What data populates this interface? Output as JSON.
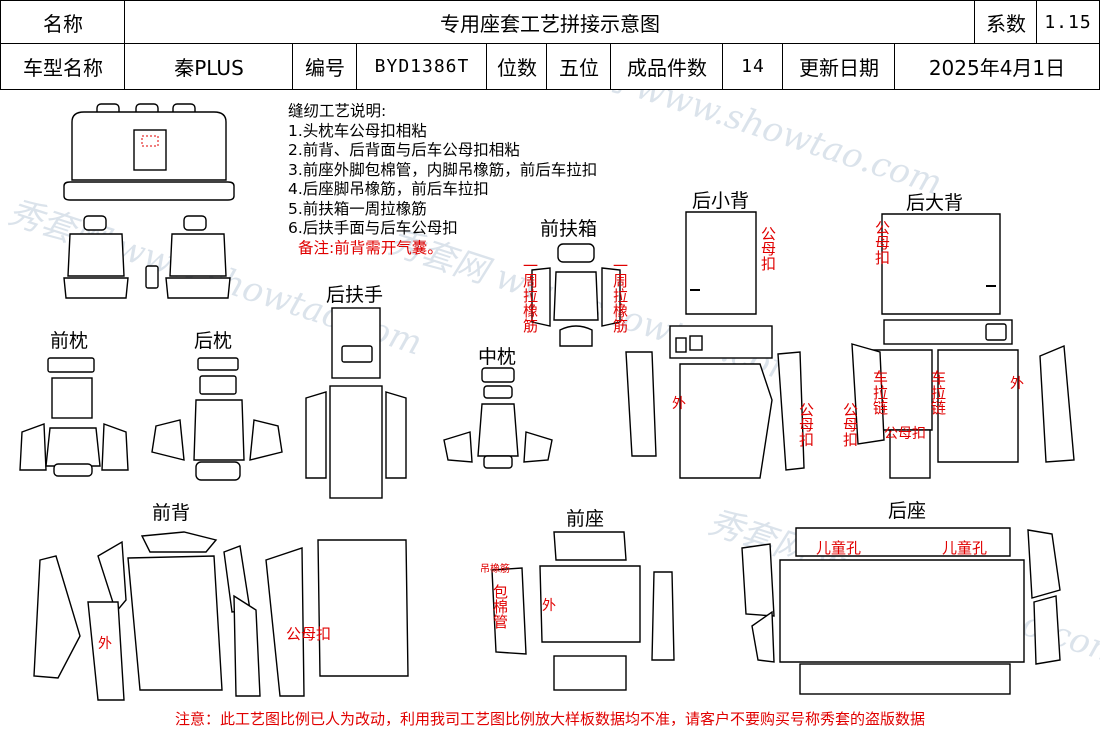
{
  "header": {
    "name_label": "名称",
    "title": "专用座套工艺拼接示意图",
    "coef_label": "系数",
    "coef_value": "1.15",
    "model_label": "车型名称",
    "model_value": "秦PLUS",
    "code_label": "编号",
    "code_value": "BYD1386T",
    "seats_label": "位数",
    "seats_value": "五位",
    "pieces_label": "成品件数",
    "pieces_value": "14",
    "update_label": "更新日期",
    "update_value": "2025年4月1日"
  },
  "notes": {
    "title": "缝纫工艺说明:",
    "items": [
      "1.头枕车公母扣相粘",
      "2.前背、后背面与后车公母扣相粘",
      "3.前座外脚包棉管，内脚吊橡筋，前后车拉扣",
      "4.后座脚吊橡筋，前后车拉扣",
      "5.前扶箱一周拉橡筋",
      "6.后扶手面与后车公母扣"
    ],
    "remark": "备注:前背需开气囊。"
  },
  "sections": {
    "front_headrest": "前枕",
    "rear_headrest": "后枕",
    "rear_armrest": "后扶手",
    "middle_headrest": "中枕",
    "front_console": "前扶箱",
    "rear_small_back": "后小背",
    "rear_big_back": "后大背",
    "front_back": "前背",
    "front_seat": "前座",
    "rear_seat": "后座"
  },
  "annotations": {
    "console_left": "一周拉橡筋",
    "console_right": "一周拉橡筋",
    "small_back_snap": "公母扣",
    "big_back_snap": "公母扣",
    "outer_1": "外",
    "snap_1": "公母扣",
    "snap_2": "公母扣",
    "zipper_1": "车拉链",
    "zipper_2": "车拉链",
    "outer_2": "外",
    "snap_horizontal": "公母扣",
    "front_back_outer": "外",
    "front_back_snap": "公母扣",
    "elastic": "吊橡筋",
    "foam_tube": "包棉管",
    "front_seat_outer": "外",
    "child_hole_1": "儿童孔",
    "child_hole_2": "儿童孔"
  },
  "watermarks": [
    "秀套网 www.showtao.com",
    "秀套网 www.showtao.com",
    "秀套网 www.showtao.com",
    "秀套网 www.showtao.com"
  ],
  "footer": "注意：此工艺图比例已人为改动，利用我司工艺图比例放大样板数据均不准，请客户不要购买号称秀套的盗版数据"
}
